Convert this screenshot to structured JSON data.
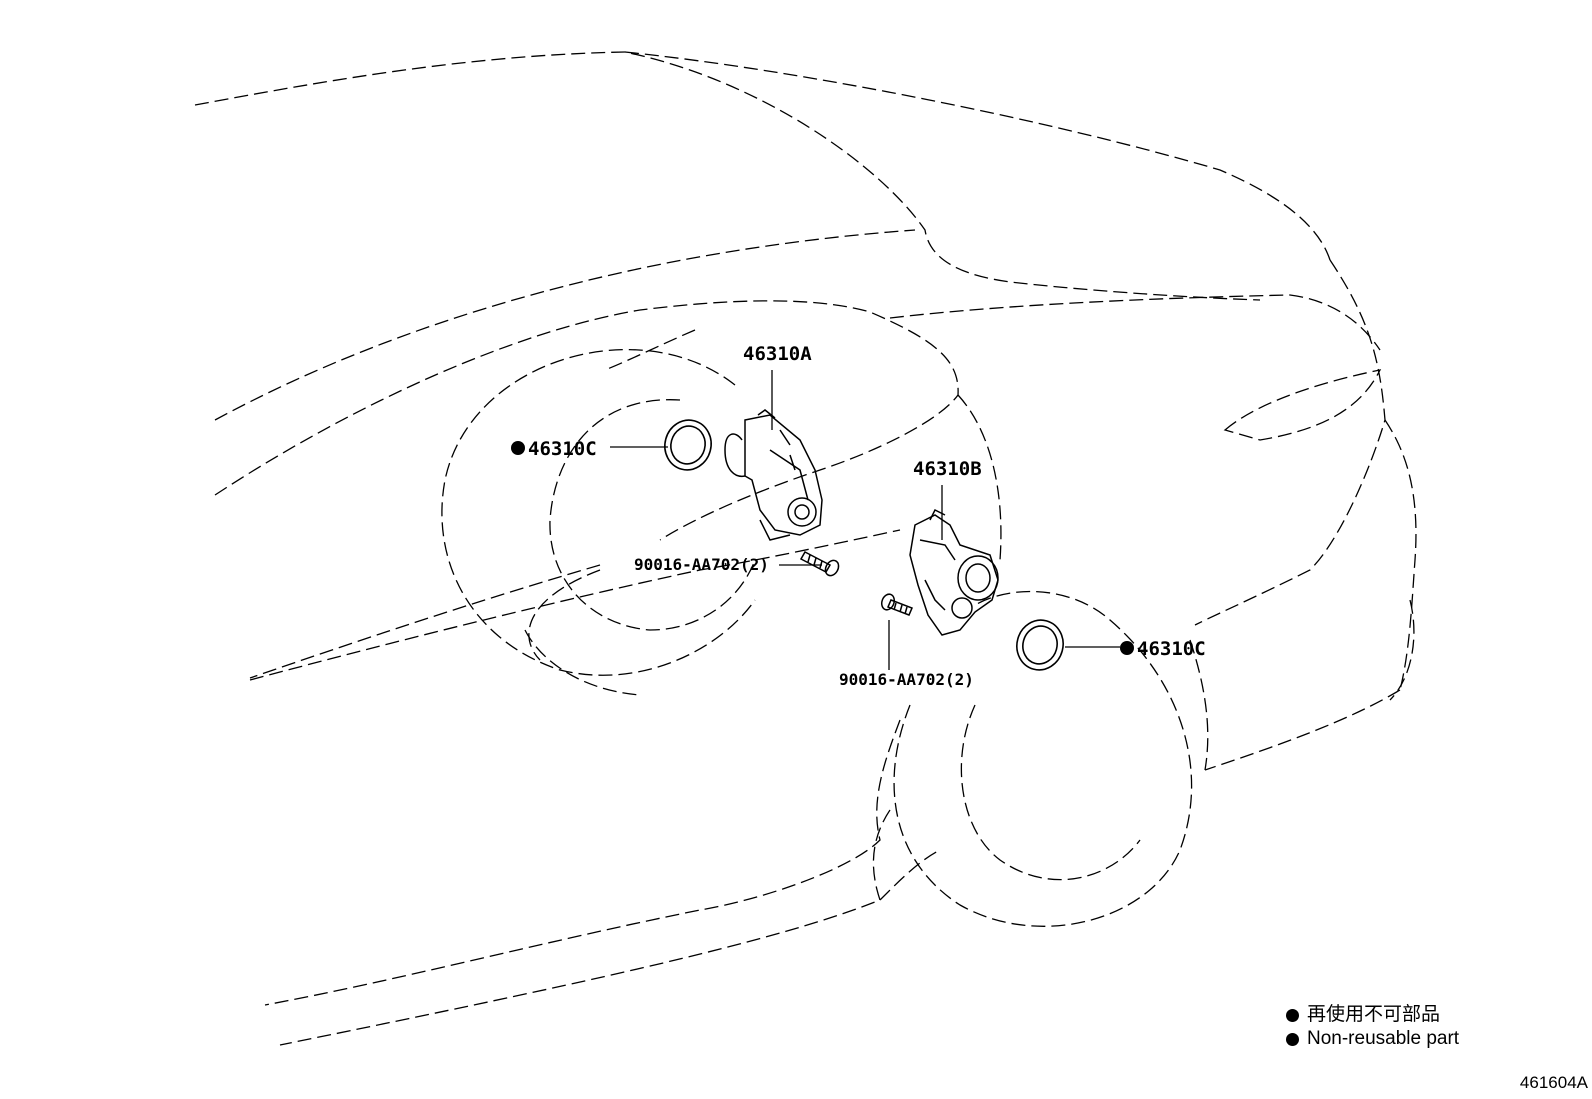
{
  "callouts": {
    "actuator_front": "46310A",
    "actuator_rear": "46310B",
    "gasket_front": "46310C",
    "gasket_rear": "46310C",
    "bolt_front": "90016-AA702(2)",
    "bolt_rear": "90016-AA702(2)"
  },
  "legend": {
    "japanese": "再使用不可部品",
    "english": "Non-reusable part"
  },
  "figure_id": "461604A",
  "marker_icon": "filled-circle-icon",
  "line_color": "#000000"
}
